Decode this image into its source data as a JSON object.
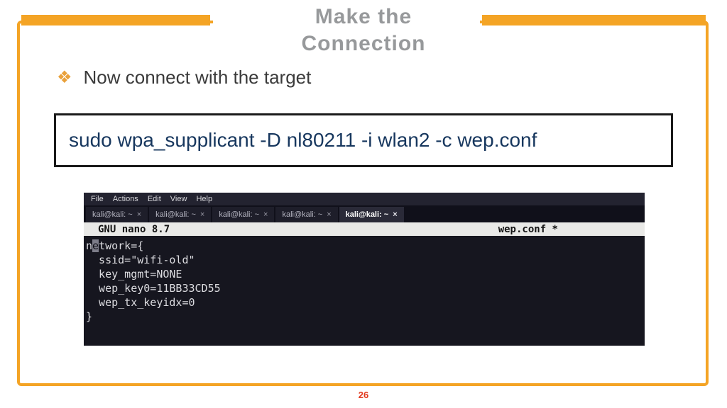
{
  "slide": {
    "title_line1": "Make the",
    "title_line2": "Connection",
    "bullet": {
      "icon": "❖",
      "text": "Now connect with the target"
    },
    "command": "sudo wpa_supplicant -D nl80211 -i wlan2 -c wep.conf",
    "page_number": "26"
  },
  "terminal": {
    "menu": [
      "File",
      "Actions",
      "Edit",
      "View",
      "Help"
    ],
    "tabs": [
      {
        "label": "kali@kali: ~",
        "close": "×"
      },
      {
        "label": "kali@kali: ~",
        "close": "×"
      },
      {
        "label": "kali@kali: ~",
        "close": "×"
      },
      {
        "label": "kali@kali: ~",
        "close": "×"
      },
      {
        "label": "kali@kali: ~",
        "close": "×"
      }
    ],
    "nano": {
      "title_left": "GNU nano 8.7",
      "title_right": "wep.conf *"
    },
    "cursor_line": {
      "before": "n",
      "cursor": "e",
      "after": "twork={"
    },
    "lines": [
      "  ssid=\"wifi-old\"",
      "  key_mgmt=NONE",
      "  wep_key0=11BB33CD55",
      "  wep_tx_keyidx=0",
      "}"
    ]
  },
  "colors": {
    "accent_orange": "#F4A425",
    "title_gray": "#97999B",
    "command_navy": "#17375E",
    "page_red": "#E23A1F",
    "terminal_bg": "#16161F"
  }
}
